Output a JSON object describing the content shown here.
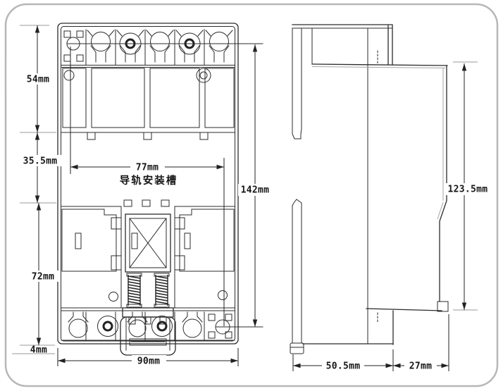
{
  "drawing": {
    "front_view": {
      "label_rail_slot": "导轨安装槽",
      "dim_top_section": "54mm",
      "dim_mid_section": "35.5mm",
      "dim_lower_section": "72mm",
      "dim_foot": "4mm",
      "dim_hole_spacing_h": "77mm",
      "dim_width": "90mm",
      "dim_hole_spacing_v": "142mm"
    },
    "side_view": {
      "dim_height": "123.5mm",
      "dim_depth_base": "50.5mm",
      "dim_depth_front": "27mm"
    },
    "colors": {
      "background": "#ffffff",
      "line": "#2b2b2b",
      "page_border": "#b7b7b7",
      "tick_gray": "#9a9a9a"
    }
  }
}
